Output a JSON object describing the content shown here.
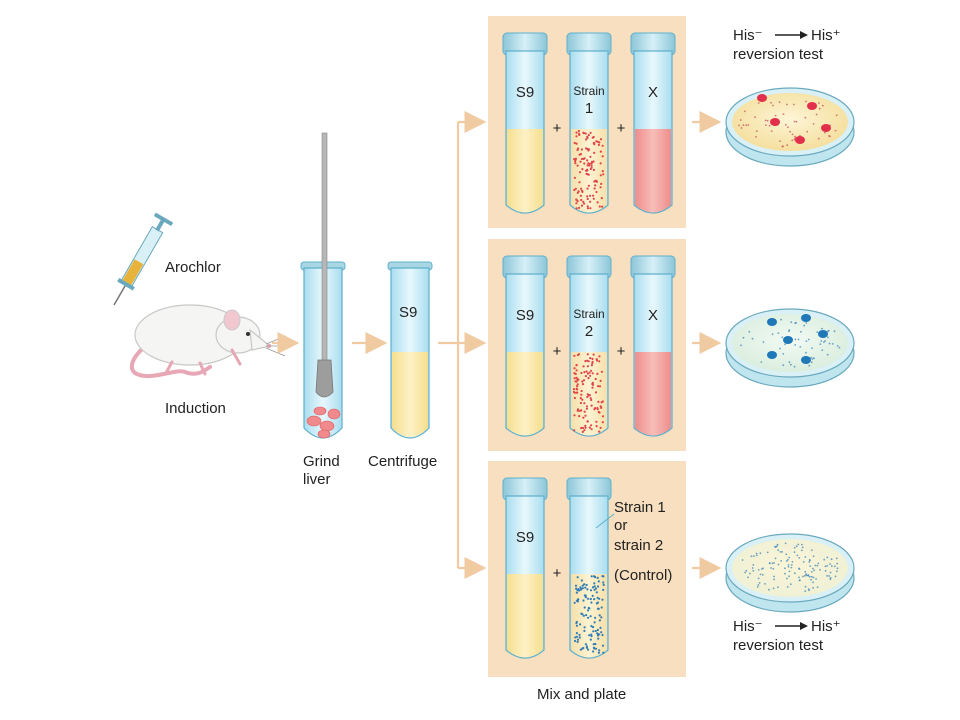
{
  "labels": {
    "arochlor": "Arochlor",
    "induction": "Induction",
    "grind_line1": "Grind",
    "grind_line2": "liver",
    "centrifuge": "Centrifuge",
    "mix_and_plate": "Mix and plate",
    "centrifuge_tube": "S9"
  },
  "rows": [
    {
      "tubes": [
        {
          "label": "S9",
          "contents": "s9"
        },
        {
          "label_line1": "Strain",
          "label_line2": "1",
          "contents": "red-cells"
        },
        {
          "label": "X",
          "contents": "pink"
        }
      ],
      "plus": "+"
    },
    {
      "tubes": [
        {
          "label": "S9",
          "contents": "s9"
        },
        {
          "label_line1": "Strain",
          "label_line2": "2",
          "contents": "red-cells"
        },
        {
          "label": "X",
          "contents": "pink"
        }
      ],
      "plus": "+"
    },
    {
      "tubes": [
        {
          "label": "S9",
          "contents": "s9"
        },
        {
          "label": "",
          "contents": "blue-cells"
        }
      ],
      "plus": "+",
      "side_label": [
        "Strain 1",
        "or",
        "strain 2",
        "(Control)"
      ]
    }
  ],
  "reversion_top": {
    "his_minus": "His⁻",
    "his_plus": "His⁺",
    "line2": "reversion test"
  },
  "reversion_bottom": {
    "his_minus": "His⁻",
    "his_plus": "His⁺",
    "line2": "reversion test"
  },
  "colors": {
    "panel": "#f7dfbf",
    "arrow": "#f0caa0",
    "glass": "#cdeef8",
    "glass_edge": "#5fb0cc",
    "cap": "#a9d6e3",
    "s9_fluid": "#fbeaa7",
    "pink_fluid": "#f3a7a2",
    "red_dot": "#e0454a",
    "blue_dot": "#2f7db6",
    "dish_agar": "#f9ebb7",
    "dish_agar_blue": "#e8f4ef",
    "red_colony": "#e2304a",
    "blue_colony": "#1f78b8"
  },
  "icons": [
    "syringe-icon",
    "mouse-icon",
    "petri-dish-icon",
    "test-tube-icon"
  ]
}
